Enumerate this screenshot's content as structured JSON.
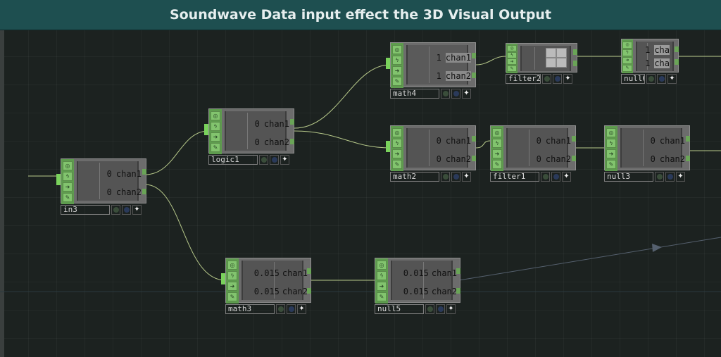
{
  "window": {
    "title": "Soundwave Data input effect the 3D Visual Output"
  },
  "colors": {
    "title_bar": "#1e4f50",
    "canvas": "#1c2220",
    "node_body": "#6c6c6c",
    "inlet": "#5e9c4e",
    "wire": "#b7c98a"
  },
  "icons": {
    "inlets": [
      "target-icon",
      "lightning-icon",
      "arrow-right-icon",
      "paint-icon"
    ],
    "footer": [
      "viewer-dot-icon",
      "bypass-dot-icon",
      "wand-icon"
    ],
    "flag": "play-triangle-icon"
  },
  "nodes": {
    "in3": {
      "name": "in3",
      "rows": [
        {
          "value": "0",
          "chan": "chan1"
        },
        {
          "value": "0",
          "chan": "chan2"
        }
      ]
    },
    "logic1": {
      "name": "logic1",
      "rows": [
        {
          "value": "0",
          "chan": "chan1"
        },
        {
          "value": "0",
          "chan": "chan2"
        }
      ]
    },
    "math4": {
      "name": "math4",
      "rows": [
        {
          "value": "1",
          "chan": "chan1"
        },
        {
          "value": "1",
          "chan": "chan2"
        }
      ]
    },
    "filter2": {
      "name": "filter2"
    },
    "null6": {
      "name": "null6",
      "rows": [
        {
          "value": "1",
          "chan": "cha"
        },
        {
          "value": "1",
          "chan": "cha"
        }
      ]
    },
    "math2": {
      "name": "math2",
      "rows": [
        {
          "value": "0",
          "chan": "chan1"
        },
        {
          "value": "0",
          "chan": "chan2"
        }
      ]
    },
    "filter1": {
      "name": "filter1",
      "rows": [
        {
          "value": "0",
          "chan": "chan1"
        },
        {
          "value": "0",
          "chan": "chan2"
        }
      ]
    },
    "null3": {
      "name": "null3",
      "rows": [
        {
          "value": "0",
          "chan": "chan1"
        },
        {
          "value": "0",
          "chan": "chan2"
        }
      ]
    },
    "math3": {
      "name": "math3",
      "rows": [
        {
          "value": "0.015",
          "chan": "chan1"
        },
        {
          "value": "0.015",
          "chan": "chan2"
        }
      ]
    },
    "null5": {
      "name": "null5",
      "rows": [
        {
          "value": "0.015",
          "chan": "chan1"
        },
        {
          "value": "0.015",
          "chan": "chan2"
        }
      ]
    }
  }
}
